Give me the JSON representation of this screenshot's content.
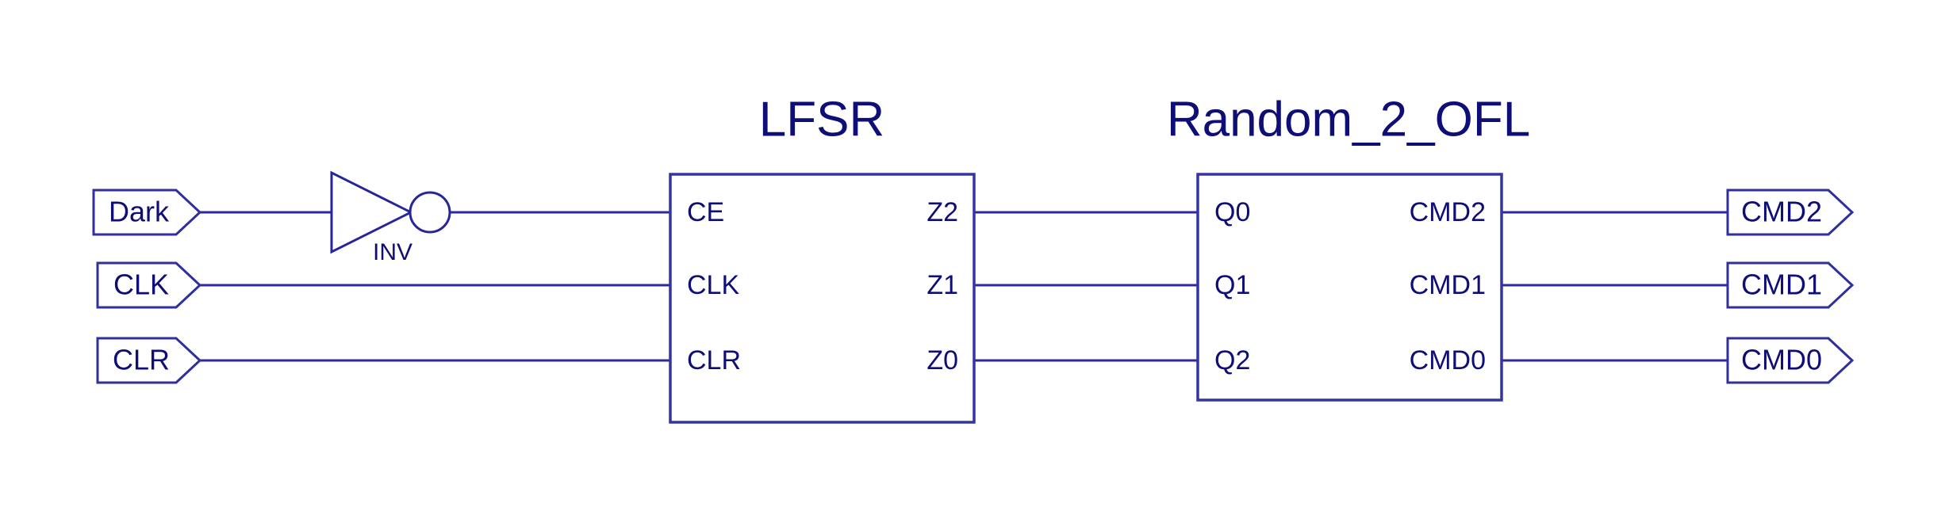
{
  "diagram": {
    "type": "digital-logic-schematic",
    "background_color": "#ffffff",
    "line_color": "#2a2a9c",
    "text_color": "#0e0e76",
    "box_color": "#3434a4"
  },
  "input_ports": [
    {
      "label": "Dark",
      "connects_to": "INV"
    },
    {
      "label": "CLK",
      "connects_to": "LFSR.CLK"
    },
    {
      "label": "CLR",
      "connects_to": "LFSR.CLR"
    }
  ],
  "gates": [
    {
      "label": "INV",
      "kind": "inverter"
    }
  ],
  "blocks": [
    {
      "title": "LFSR",
      "inputs": [
        "CE",
        "CLK",
        "CLR"
      ],
      "outputs": [
        "Z2",
        "Z1",
        "Z0"
      ]
    },
    {
      "title": "Random_2_OFL",
      "inputs": [
        "Q0",
        "Q1",
        "Q2"
      ],
      "outputs": [
        "CMD2",
        "CMD1",
        "CMD0"
      ]
    }
  ],
  "output_ports": [
    {
      "label": "CMD2",
      "driven_by": "Random_2_OFL.CMD2"
    },
    {
      "label": "CMD1",
      "driven_by": "Random_2_OFL.CMD1"
    },
    {
      "label": "CMD0",
      "driven_by": "Random_2_OFL.CMD0"
    }
  ],
  "nets": [
    {
      "from": "Dark",
      "to": "INV.in"
    },
    {
      "from": "INV.out",
      "to": "LFSR.CE"
    },
    {
      "from": "CLK",
      "to": "LFSR.CLK"
    },
    {
      "from": "CLR",
      "to": "LFSR.CLR"
    },
    {
      "from": "LFSR.Z2",
      "to": "Random_2_OFL.Q0"
    },
    {
      "from": "LFSR.Z1",
      "to": "Random_2_OFL.Q1"
    },
    {
      "from": "LFSR.Z0",
      "to": "Random_2_OFL.Q2"
    },
    {
      "from": "Random_2_OFL.CMD2",
      "to": "CMD2"
    },
    {
      "from": "Random_2_OFL.CMD1",
      "to": "CMD1"
    },
    {
      "from": "Random_2_OFL.CMD0",
      "to": "CMD0"
    }
  ]
}
